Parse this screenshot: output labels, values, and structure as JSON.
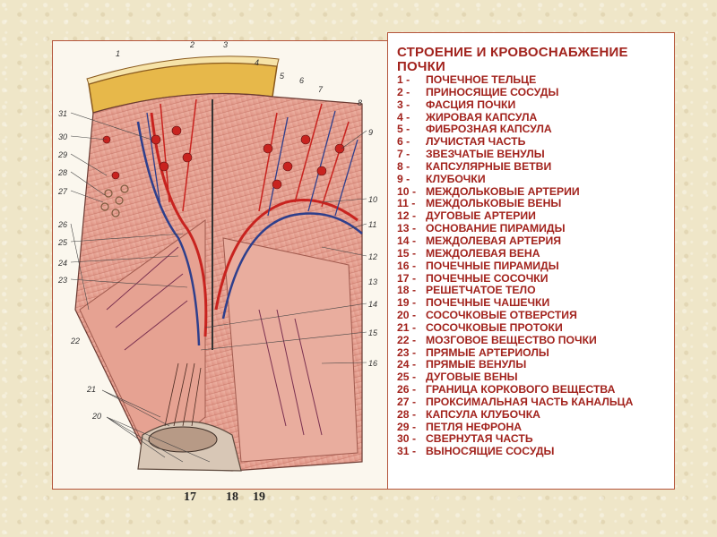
{
  "legend": {
    "title": "СТРОЕНИЕ  И КРОВОСНАБЖЕНИЕ ПОЧКИ",
    "items": [
      {
        "num": "1 -",
        "text": "ПОЧЕЧНОЕ ТЕЛЬЦЕ"
      },
      {
        "num": "2 -",
        "text": "ПРИНОСЯЩИЕ СОСУДЫ"
      },
      {
        "num": "3 -",
        "text": "ФАСЦИЯ ПОЧКИ"
      },
      {
        "num": "4 -",
        "text": "ЖИРОВАЯ КАПСУЛА"
      },
      {
        "num": "5 -",
        "text": "ФИБРОЗНАЯ КАПСУЛА"
      },
      {
        "num": "6 -",
        "text": "ЛУЧИСТАЯ ЧАСТЬ"
      },
      {
        "num": "7 -",
        "text": "ЗВЕЗЧАТЫЕ ВЕНУЛЫ"
      },
      {
        "num": "8 -",
        "text": "КАПСУЛЯРНЫЕ ВЕТВИ"
      },
      {
        "num": "9 -",
        "text": "КЛУБОЧКИ"
      },
      {
        "num": "10 -",
        "text": "МЕЖДОЛЬКОВЫЕ АРТЕРИИ"
      },
      {
        "num": "11 -",
        "text": "МЕЖДОЛЬКОВЫЕ ВЕНЫ"
      },
      {
        "num": "12 -",
        "text": "ДУГОВЫЕ АРТЕРИИ"
      },
      {
        "num": "13 -",
        "text": "ОСНОВАНИЕ ПИРАМИДЫ"
      },
      {
        "num": "14 -",
        "text": "МЕЖДОЛЕВАЯ АРТЕРИЯ"
      },
      {
        "num": "15 -",
        "text": "МЕЖДОЛЕВАЯ ВЕНА"
      },
      {
        "num": "16 -",
        "text": "ПОЧЕЧНЫЕ ПИРАМИДЫ"
      },
      {
        "num": "17 -",
        "text": "ПОЧЕЧНЫЕ СОСОЧКИ"
      },
      {
        "num": "18 -",
        "text": "РЕШЕТЧАТОЕ ТЕЛО"
      },
      {
        "num": "19 -",
        "text": "ПОЧЕЧНЫЕ ЧАШЕЧКИ"
      },
      {
        "num": "20 -",
        "text": "СОСОЧКОВЫЕ ОТВЕРСТИЯ"
      },
      {
        "num": "21 -",
        "text": "СОСОЧКОВЫЕ ПРОТОКИ"
      },
      {
        "num": "22 -",
        "text": "МОЗГОВОЕ ВЕЩЕСТВО ПОЧКИ"
      },
      {
        "num": "23 -",
        "text": "ПРЯМЫЕ АРТЕРИОЛЫ"
      },
      {
        "num": "24 -",
        "text": "ПРЯМЫЕ ВЕНУЛЫ"
      },
      {
        "num": "25 -",
        "text": "ДУГОВЫЕ ВЕНЫ"
      },
      {
        "num": "26 -",
        "text": "ГРАНИЦА КОРКОВОГО ВЕЩЕСТВА"
      },
      {
        "num": "27 -",
        "text": "ПРОКСИМАЛЬНАЯ ЧАСТЬ КАНАЛЬЦА"
      },
      {
        "num": "28 -",
        "text": "КАПСУЛА КЛУБОЧКА"
      },
      {
        "num": "29 -",
        "text": "ПЕТЛЯ НЕФРОНА"
      },
      {
        "num": "30 -",
        "text": "СВЕРНУТАЯ ЧАСТЬ"
      },
      {
        "num": "31 -",
        "text": "ВЫНОСЯЩИЕ СОСУДЫ"
      }
    ]
  },
  "figure": {
    "callouts_top": [
      "1",
      "2",
      "3",
      "4",
      "5",
      "6",
      "7",
      "8"
    ],
    "callouts_left": [
      "31",
      "30",
      "29",
      "28",
      "27",
      "26",
      "25",
      "24",
      "23",
      "22",
      "21",
      "20"
    ],
    "callouts_right": [
      "9",
      "10",
      "11",
      "12",
      "13",
      "14",
      "15",
      "16"
    ],
    "bottom_numbers": [
      "17",
      "18",
      "19"
    ]
  },
  "colors": {
    "title_red": "#a2231d",
    "frame_border": "#b4553c",
    "tissue_pink": "#e9a99c",
    "artery_red": "#c8231f",
    "vein_blue": "#2e3f8c",
    "fat_yellow": "#e7b84a"
  }
}
